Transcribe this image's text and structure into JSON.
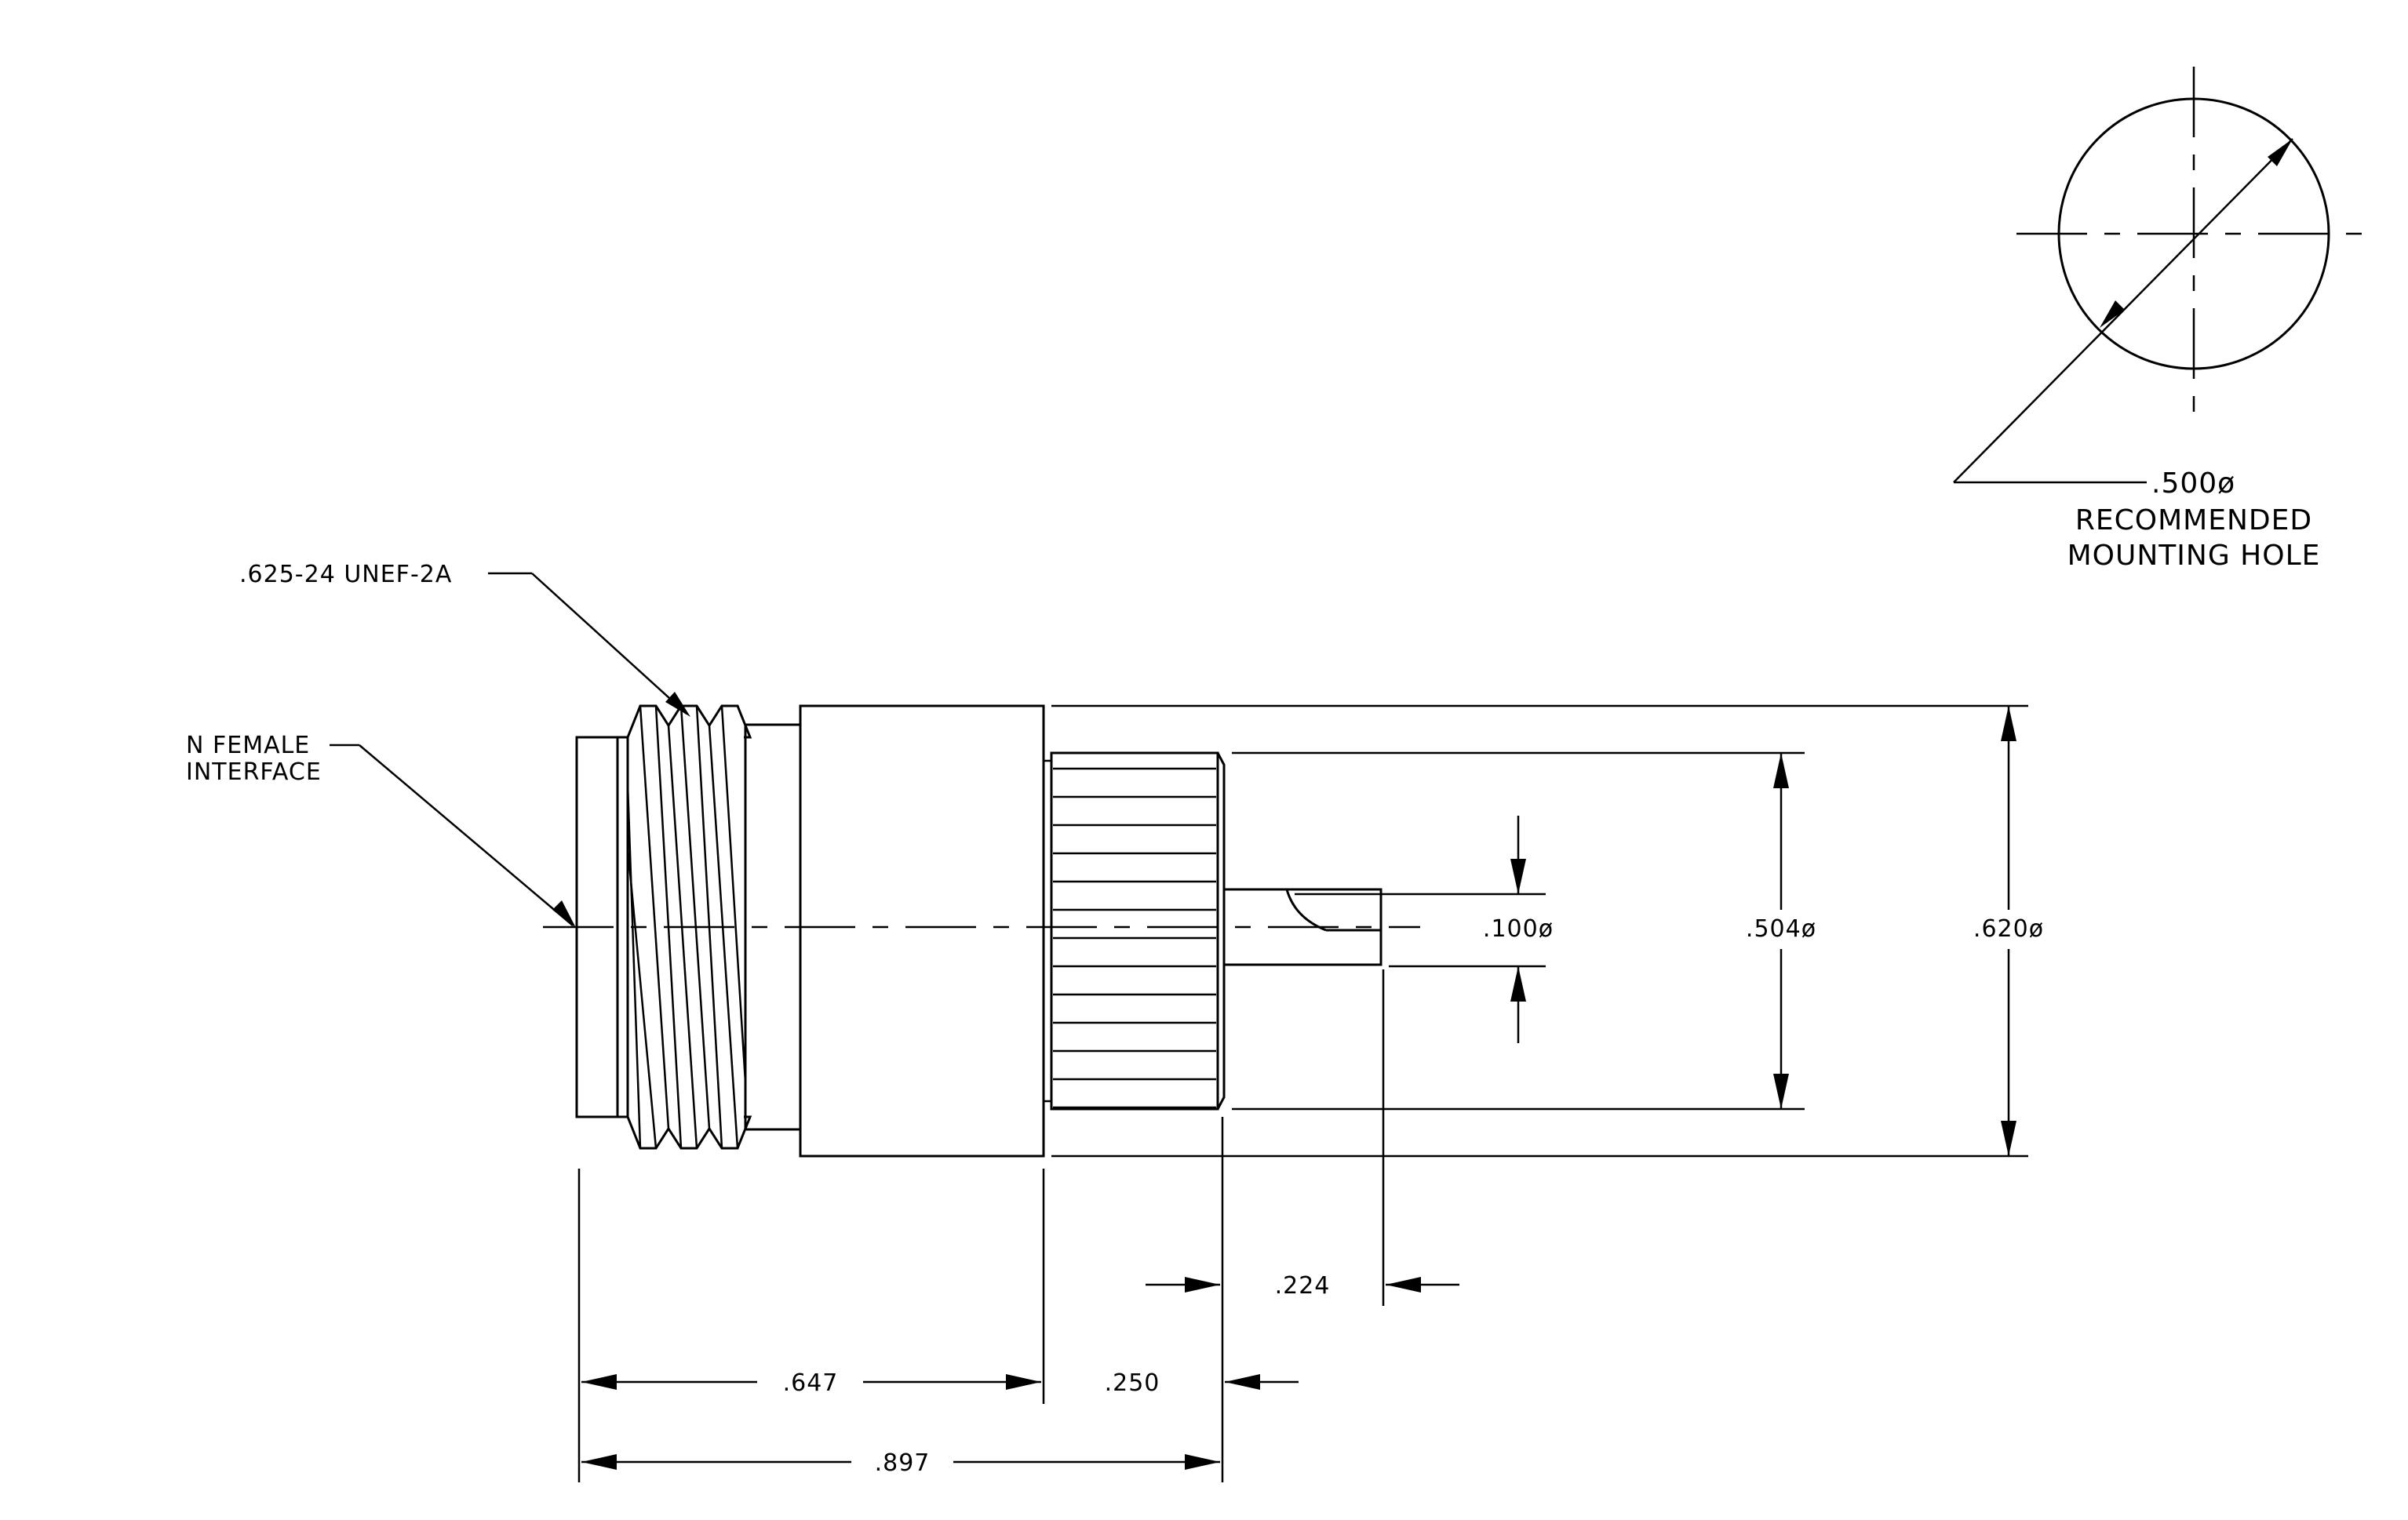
{
  "callouts": {
    "thread_spec": ".625-24 UNEF-2A",
    "interface_line1": "N FEMALE",
    "interface_line2": "INTERFACE",
    "hole_dia": ".500ø",
    "hole_line1": "RECOMMENDED",
    "hole_line2": "MOUNTING HOLE"
  },
  "dimensions": {
    "body_dia": ".620ø",
    "knurl_dia": ".504ø",
    "pin_dia": ".100ø",
    "pin_length": ".224",
    "front_length": ".647",
    "rear_length": ".250",
    "overall_length": ".897"
  }
}
